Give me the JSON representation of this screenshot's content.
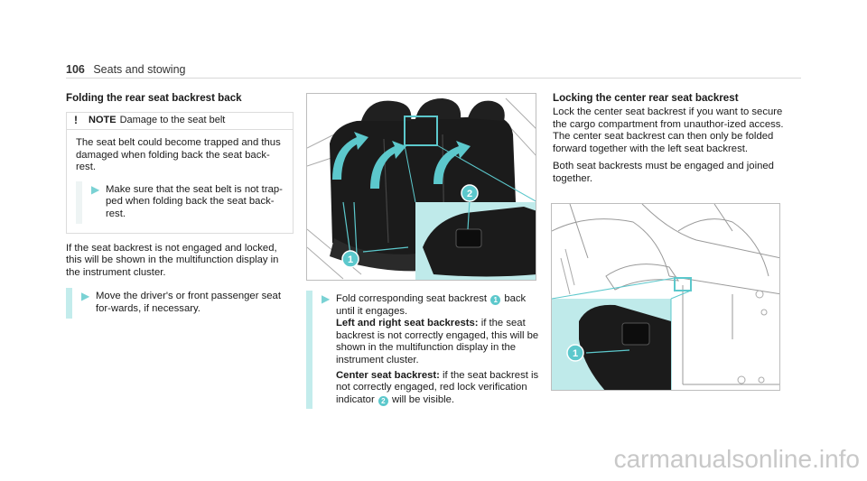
{
  "header": {
    "page_number": "106",
    "section": "Seats and stowing"
  },
  "col1": {
    "title": "Folding the rear seat backrest back",
    "note": {
      "icon": "!",
      "label": "NOTE",
      "heading": "Damage to the seat belt",
      "body": "The seat belt could become trapped and thus damaged when folding back the seat back-rest.",
      "step": "Make sure that the seat belt is not trap-ped when folding back the seat back-rest."
    },
    "intro": "If the seat backrest is not engaged and locked, this will be shown in the multifunction display in the instrument cluster.",
    "step": "Move the driver's or front passenger seat for-wards, if necessary."
  },
  "col2": {
    "step_a": "Fold corresponding seat backrest",
    "step_b": "back until it engages.",
    "left_right_label": "Left and right seat backrests:",
    "left_right_text": "if the seat backrest is not correctly engaged, this will be shown in the multifunction display in the instrument cluster.",
    "center_label": "Center seat backrest:",
    "center_text_a": "if the seat backrest is not correctly engaged, red lock verification indicator",
    "center_text_b": "will be visible."
  },
  "col3": {
    "title": "Locking the center rear seat backrest",
    "p1": "Lock the center seat backrest if you want to secure the cargo compartment from unauthor-ized access. The center seat backrest can then only be folded forward together with the left seat backrest.",
    "p2": "Both seat backrests must be engaged and joined together."
  },
  "callouts": {
    "one": "1",
    "two": "2"
  },
  "watermark": "carmanualsonline.info",
  "colors": {
    "accent": "#5cc8cc",
    "accent_light": "#c3ecec",
    "rule": "#d7d7d7"
  }
}
